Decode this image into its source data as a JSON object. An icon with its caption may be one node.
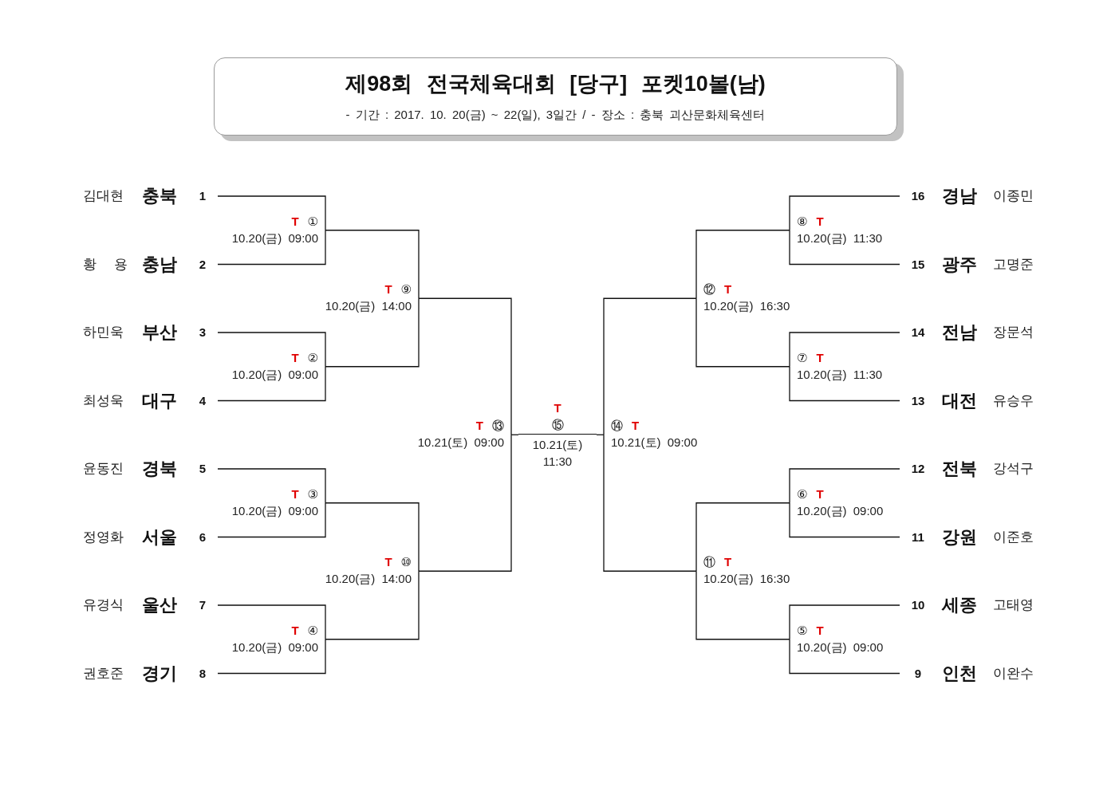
{
  "diagram": {
    "nodes": [
      {
        "text": [
          "제98회 전국체육대회 [당구] 포켓10볼(남)",
          "- 기간 : 2017. 10. 20(금) ~ 22(일), 3일간 / - 장소 : 충북 괴산문화체육센터"
        ]
      },
      {
        "text": [
          "김대현",
          "충북",
          "1"
        ]
      },
      {
        "text": [
          "황 용",
          "충남",
          "2"
        ]
      },
      {
        "text": [
          "하민욱",
          "부산",
          "3"
        ]
      },
      {
        "text": [
          "최성욱",
          "대구",
          "4"
        ]
      },
      {
        "text": [
          "윤동진",
          "경북",
          "5"
        ]
      },
      {
        "text": [
          "정영화",
          "서울",
          "6"
        ]
      },
      {
        "text": [
          "유경식",
          "울산",
          "7"
        ]
      },
      {
        "text": [
          "권호준",
          "경기",
          "8"
        ]
      },
      {
        "text": [
          "T",
          "①",
          "10.20(금) 09:00"
        ]
      },
      {
        "text": [
          "T",
          "②",
          "10.20(금) 09:00"
        ]
      },
      {
        "text": [
          "T",
          "③",
          "10.20(금) 09:00"
        ]
      },
      {
        "text": [
          "T",
          "④",
          "10.20(금) 09:00"
        ]
      },
      {
        "text": [
          "T",
          "⑨",
          "10.20(금) 14:00"
        ]
      },
      {
        "text": [
          "T",
          "⑩",
          "10.20(금) 14:00"
        ]
      },
      {
        "text": [
          "T",
          "⑬",
          "10.21(토) 09:00"
        ]
      },
      {
        "text": [
          "T",
          "⑮",
          "10.21(토) 11:30"
        ]
      },
      {
        "text": [
          "⑭",
          "T",
          "10.21(토) 09:00"
        ]
      },
      {
        "text": [
          "⑫",
          "T",
          "10.20(금) 16:30"
        ]
      },
      {
        "text": [
          "⑪",
          "T",
          "10.20(금) 16:30"
        ]
      },
      {
        "text": [
          "⑧",
          "T",
          "10.20(금) 11:30"
        ]
      },
      {
        "text": [
          "⑦",
          "T",
          "10.20(금) 11:30"
        ]
      },
      {
        "text": [
          "⑥",
          "T",
          "10.20(금) 09:00"
        ]
      },
      {
        "text": [
          "⑤",
          "T",
          "10.20(금) 09:00"
        ]
      },
      {
        "text": [
          "16",
          "경남",
          "이종민"
        ]
      },
      {
        "text": [
          "15",
          "광주",
          "고명준"
        ]
      },
      {
        "text": [
          "14",
          "전남",
          "장문석"
        ]
      },
      {
        "text": [
          "13",
          "대전",
          "유승우"
        ]
      },
      {
        "text": [
          "12",
          "전북",
          "강석구"
        ]
      },
      {
        "text": [
          "11",
          "강원",
          "이준호"
        ]
      },
      {
        "text": [
          "10",
          "세종",
          "고태영"
        ]
      },
      {
        "text": [
          "9",
          "인천",
          "이완수"
        ]
      }
    ],
    "edges": [
      {
        "from": 1,
        "to": 9,
        "arrow": "none"
      },
      {
        "from": 2,
        "to": 9,
        "arrow": "none"
      },
      {
        "from": 3,
        "to": 10,
        "arrow": "none"
      },
      {
        "from": 4,
        "to": 10,
        "arrow": "none"
      },
      {
        "from": 5,
        "to": 11,
        "arrow": "none"
      },
      {
        "from": 6,
        "to": 11,
        "arrow": "none"
      },
      {
        "from": 7,
        "to": 12,
        "arrow": "none"
      },
      {
        "from": 8,
        "to": 12,
        "arrow": "none"
      },
      {
        "from": 9,
        "to": 13,
        "arrow": "none"
      },
      {
        "from": 10,
        "to": 13,
        "arrow": "none"
      },
      {
        "from": 11,
        "to": 14,
        "arrow": "none"
      },
      {
        "from": 12,
        "to": 14,
        "arrow": "none"
      },
      {
        "from": 13,
        "to": 15,
        "arrow": "none"
      },
      {
        "from": 14,
        "to": 15,
        "arrow": "none"
      },
      {
        "from": 15,
        "to": 16,
        "arrow": "none"
      },
      {
        "from": 17,
        "to": 16,
        "arrow": "none"
      },
      {
        "from": 18,
        "to": 17,
        "arrow": "none"
      },
      {
        "from": 19,
        "to": 17,
        "arrow": "none"
      },
      {
        "from": 20,
        "to": 18,
        "arrow": "none"
      },
      {
        "from": 21,
        "to": 18,
        "arrow": "none"
      },
      {
        "from": 22,
        "to": 19,
        "arrow": "none"
      },
      {
        "from": 23,
        "to": 19,
        "arrow": "none"
      },
      {
        "from": 24,
        "to": 20,
        "arrow": "none"
      },
      {
        "from": 25,
        "to": 20,
        "arrow": "none"
      },
      {
        "from": 26,
        "to": 21,
        "arrow": "none"
      },
      {
        "from": 27,
        "to": 21,
        "arrow": "none"
      },
      {
        "from": 28,
        "to": 22,
        "arrow": "none"
      },
      {
        "from": 29,
        "to": 22,
        "arrow": "none"
      },
      {
        "from": 30,
        "to": 23,
        "arrow": "none"
      },
      {
        "from": 31,
        "to": 23,
        "arrow": "none"
      }
    ]
  }
}
